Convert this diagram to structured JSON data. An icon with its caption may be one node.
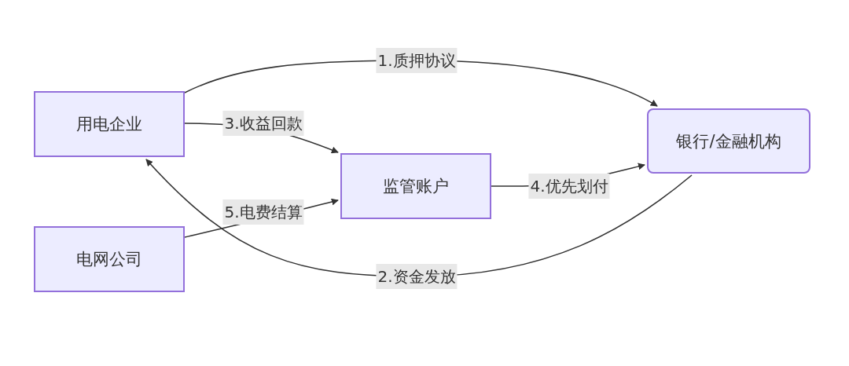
{
  "diagram": {
    "nodes": [
      {
        "text": [
          "用电企业"
        ]
      },
      {
        "text": [
          "电网公司"
        ]
      },
      {
        "text": [
          "监管账户"
        ]
      },
      {
        "text": [
          "银行/金融机构"
        ]
      }
    ],
    "edges": [
      {
        "from": 0,
        "to": 3,
        "arrow": "to",
        "label": "1.质押协议"
      },
      {
        "from": 3,
        "to": 0,
        "arrow": "to",
        "label": "2.资金发放"
      },
      {
        "from": 0,
        "to": 2,
        "arrow": "to",
        "label": "3.收益回款"
      },
      {
        "from": 2,
        "to": 3,
        "arrow": "to",
        "label": "4.优先划付"
      },
      {
        "from": 1,
        "to": 2,
        "arrow": "to",
        "label": "5.电费结算"
      }
    ]
  }
}
